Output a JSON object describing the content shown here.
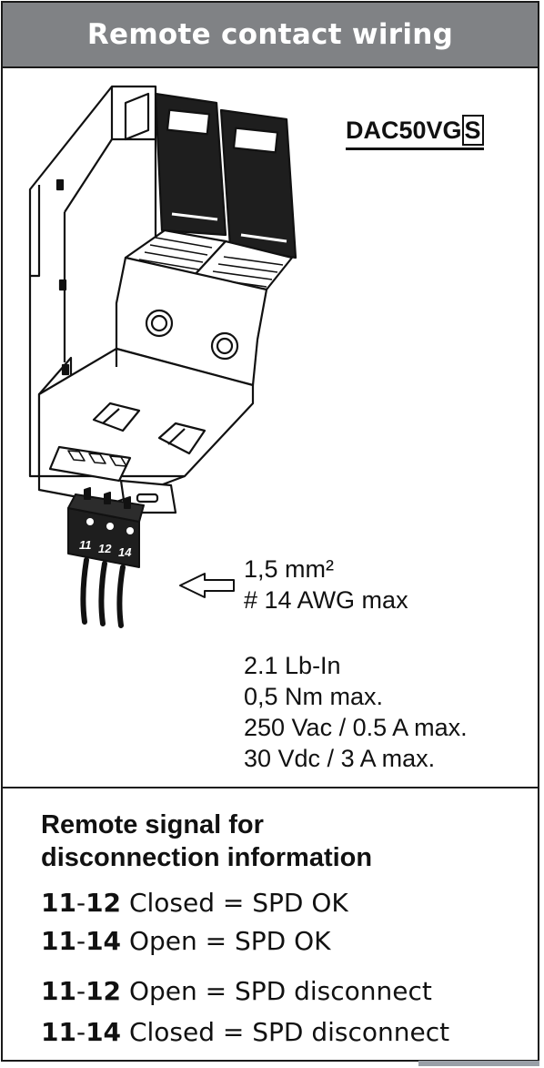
{
  "header": {
    "title": "Remote contact wiring"
  },
  "model": {
    "prefix": "DAC50VG",
    "suffix": "S"
  },
  "terminal_labels": [
    "11",
    "12",
    "14"
  ],
  "specs": {
    "wire_size": "1,5 mm²",
    "awg": "# 14 AWG max",
    "torque_lbin": "2.1 Lb-In",
    "torque_nm": "0,5 Nm max.",
    "ac_rating": "250 Vac / 0.5 A max.",
    "dc_rating": "30 Vdc / 3 A max."
  },
  "signal": {
    "heading_line1": "Remote signal for",
    "heading_line2": "disconnection information",
    "rows": [
      {
        "a": "11",
        "sep": "-",
        "b": "12",
        "text": " Closed = SPD OK"
      },
      {
        "a": "11",
        "sep": "-",
        "b": "14",
        "text": " Open = SPD OK"
      },
      {
        "a": "11",
        "sep": "-",
        "b": "12",
        "text": " Open = SPD disconnect"
      },
      {
        "a": "11",
        "sep": "-",
        "b": "14",
        "text": " Closed = SPD disconnect"
      }
    ]
  },
  "colors": {
    "header_bg": "#808285",
    "header_text": "#ffffff",
    "ink": "#111111"
  },
  "icons": [
    "arrow-left-icon",
    "spd-device-illustration",
    "terminal-connector-illustration"
  ]
}
